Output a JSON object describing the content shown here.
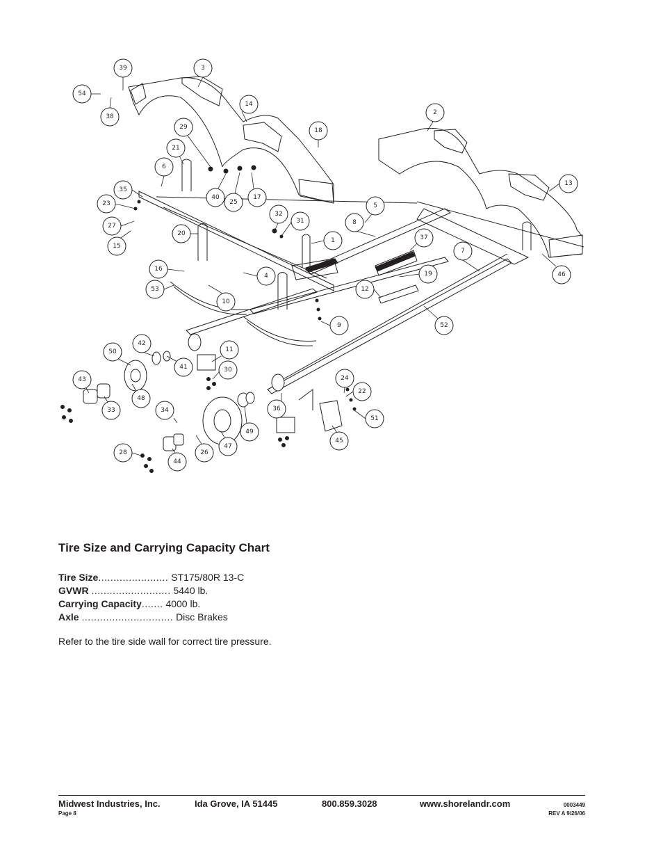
{
  "diagram": {
    "callouts": [
      {
        "label": "39"
      },
      {
        "label": "3"
      },
      {
        "label": "54"
      },
      {
        "label": "38"
      },
      {
        "label": "14"
      },
      {
        "label": "29"
      },
      {
        "label": "18"
      },
      {
        "label": "2"
      },
      {
        "label": "21"
      },
      {
        "label": "6"
      },
      {
        "label": "35"
      },
      {
        "label": "40"
      },
      {
        "label": "25"
      },
      {
        "label": "17"
      },
      {
        "label": "13"
      },
      {
        "label": "23"
      },
      {
        "label": "27"
      },
      {
        "label": "15"
      },
      {
        "label": "32"
      },
      {
        "label": "31"
      },
      {
        "label": "5"
      },
      {
        "label": "8"
      },
      {
        "label": "20"
      },
      {
        "label": "1"
      },
      {
        "label": "37"
      },
      {
        "label": "7"
      },
      {
        "label": "16"
      },
      {
        "label": "4"
      },
      {
        "label": "19"
      },
      {
        "label": "46"
      },
      {
        "label": "53"
      },
      {
        "label": "10"
      },
      {
        "label": "12"
      },
      {
        "label": "9"
      },
      {
        "label": "52"
      },
      {
        "label": "42"
      },
      {
        "label": "50"
      },
      {
        "label": "11"
      },
      {
        "label": "41"
      },
      {
        "label": "30"
      },
      {
        "label": "43"
      },
      {
        "label": "24"
      },
      {
        "label": "22"
      },
      {
        "label": "48"
      },
      {
        "label": "33"
      },
      {
        "label": "34"
      },
      {
        "label": "36"
      },
      {
        "label": "51"
      },
      {
        "label": "49"
      },
      {
        "label": "45"
      },
      {
        "label": "28"
      },
      {
        "label": "47"
      },
      {
        "label": "26"
      },
      {
        "label": "44"
      }
    ]
  },
  "chart": {
    "title": "Tire Size and Carrying Capacity Chart",
    "rows": [
      {
        "label": "Tire Size",
        "dots": ".......................",
        "value": "ST175/80R 13-C"
      },
      {
        "label": "GVWR",
        "dots": "..........................",
        "value": "5440 lb."
      },
      {
        "label": "Carrying Capacity",
        "dots": ".......",
        "value": "4000 lb."
      },
      {
        "label": "Axle",
        "dots": "..............................",
        "value": "Disc Brakes"
      }
    ],
    "note": "Refer to the tire side wall for correct tire pressure."
  },
  "footer": {
    "company": "Midwest Industries, Inc.",
    "page": "Page 8",
    "location": "Ida Grove, IA  51445",
    "phone": "800.859.3028",
    "website": "www.shorelandr.com",
    "doc_number": "0003449",
    "revision": "REV A  9/26/06"
  }
}
